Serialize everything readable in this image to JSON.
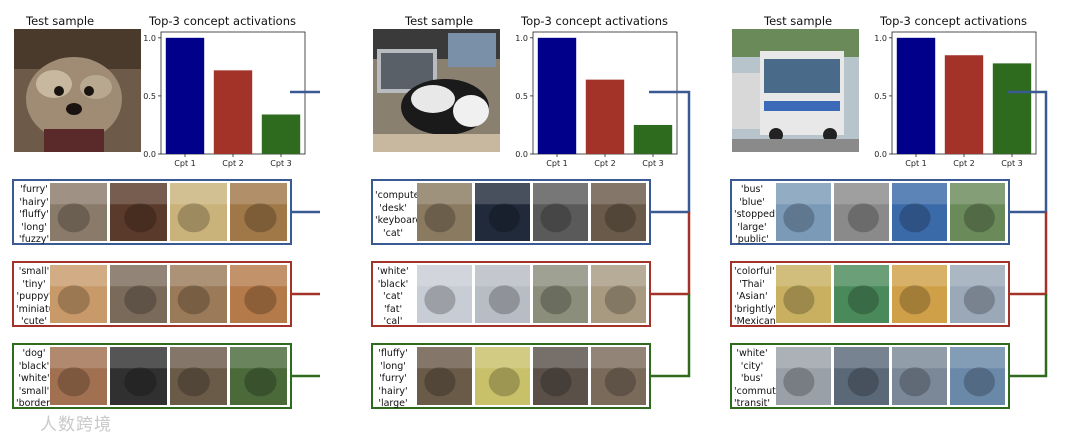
{
  "colors": {
    "cpt1": "#00008b",
    "cpt2": "#a33228",
    "cpt3": "#2e6b1f",
    "connector": "#3a5a94"
  },
  "panels": [
    {
      "sample_title": "Test sample",
      "chart_title": "Top-3 concept activations",
      "photo_icon": "dog-photo",
      "groups": [
        {
          "words": [
            "'furry'",
            "'hairy'",
            "'fluffy'",
            "'long'",
            "'fuzzy'"
          ],
          "tones": [
            "#8a7a6a",
            "#5a3a2a",
            "#c9b37a",
            "#a07848"
          ]
        },
        {
          "words": [
            "'small'",
            "'tiny'",
            "'puppy'",
            "'miniature'",
            "'cute'"
          ],
          "tones": [
            "#c89a6a",
            "#7a6a5a",
            "#9a7a58",
            "#b57a4a"
          ]
        },
        {
          "words": [
            "'dog'",
            "'black'",
            "'white'",
            "'small'",
            "'border'"
          ],
          "tones": [
            "#a07050",
            "#303030",
            "#6a5a48",
            "#4a6a3a"
          ]
        }
      ]
    },
    {
      "sample_title": "Test sample",
      "chart_title": "Top-3 concept activations",
      "photo_icon": "cat-on-laptop-photo",
      "groups": [
        {
          "words": [
            "'computer'",
            "'desk'",
            "'keyboard'",
            "'cat'"
          ],
          "tones": [
            "#8a7a60",
            "#202a3a",
            "#5a5a5a",
            "#6a5a4a"
          ]
        },
        {
          "words": [
            "'white'",
            "'black'",
            "'cat'",
            "'fat'",
            "'cal'"
          ],
          "tones": [
            "#c8ccd4",
            "#b8bcc4",
            "#8a8e7a",
            "#a89a80"
          ]
        },
        {
          "words": [
            "'fluffy'",
            "'long'",
            "'furry'",
            "'hairy'",
            "'large'"
          ],
          "tones": [
            "#6a5a48",
            "#c9c06a",
            "#5a5048",
            "#7a6a5a"
          ]
        }
      ]
    },
    {
      "sample_title": "Test sample",
      "chart_title": "Top-3 concept activations",
      "photo_icon": "bus-photo",
      "groups": [
        {
          "words": [
            "'bus'",
            "'blue'",
            "'stopped'",
            "'large'",
            "'public'"
          ],
          "tones": [
            "#7a9ab8",
            "#8a8a8a",
            "#3a6aa8",
            "#6a8a5a"
          ]
        },
        {
          "words": [
            "'colorful'",
            "'Thai'",
            "'Asian'",
            "'brightly'",
            "'Mexican'"
          ],
          "tones": [
            "#c8b060",
            "#4a8a5a",
            "#d0a048",
            "#9aa8b8"
          ]
        },
        {
          "words": [
            "'white'",
            "'city'",
            "'bus'",
            "'commuter'",
            "'transit'"
          ],
          "tones": [
            "#9aa0a8",
            "#5a6878",
            "#7a8898",
            "#6a88a8"
          ]
        }
      ]
    }
  ],
  "chart_data": [
    {
      "type": "bar",
      "title": "Top-3 concept activations",
      "categories": [
        "Cpt 1",
        "Cpt 2",
        "Cpt 3"
      ],
      "values": [
        1.0,
        0.72,
        0.34
      ],
      "ylim": [
        0,
        1.05
      ],
      "yticks": [
        "0.0",
        "0.5",
        "1.0"
      ]
    },
    {
      "type": "bar",
      "title": "Top-3 concept activations",
      "categories": [
        "Cpt 1",
        "Cpt 2",
        "Cpt 3"
      ],
      "values": [
        1.0,
        0.64,
        0.25
      ],
      "ylim": [
        0,
        1.05
      ],
      "yticks": [
        "0.0",
        "0.5",
        "1.0"
      ]
    },
    {
      "type": "bar",
      "title": "Top-3 concept activations",
      "categories": [
        "Cpt 1",
        "Cpt 2",
        "Cpt 3"
      ],
      "values": [
        1.0,
        0.85,
        0.78
      ],
      "ylim": [
        0,
        1.05
      ],
      "yticks": [
        "0.0",
        "0.5",
        "1.0"
      ]
    }
  ],
  "watermark": "人数跨境"
}
